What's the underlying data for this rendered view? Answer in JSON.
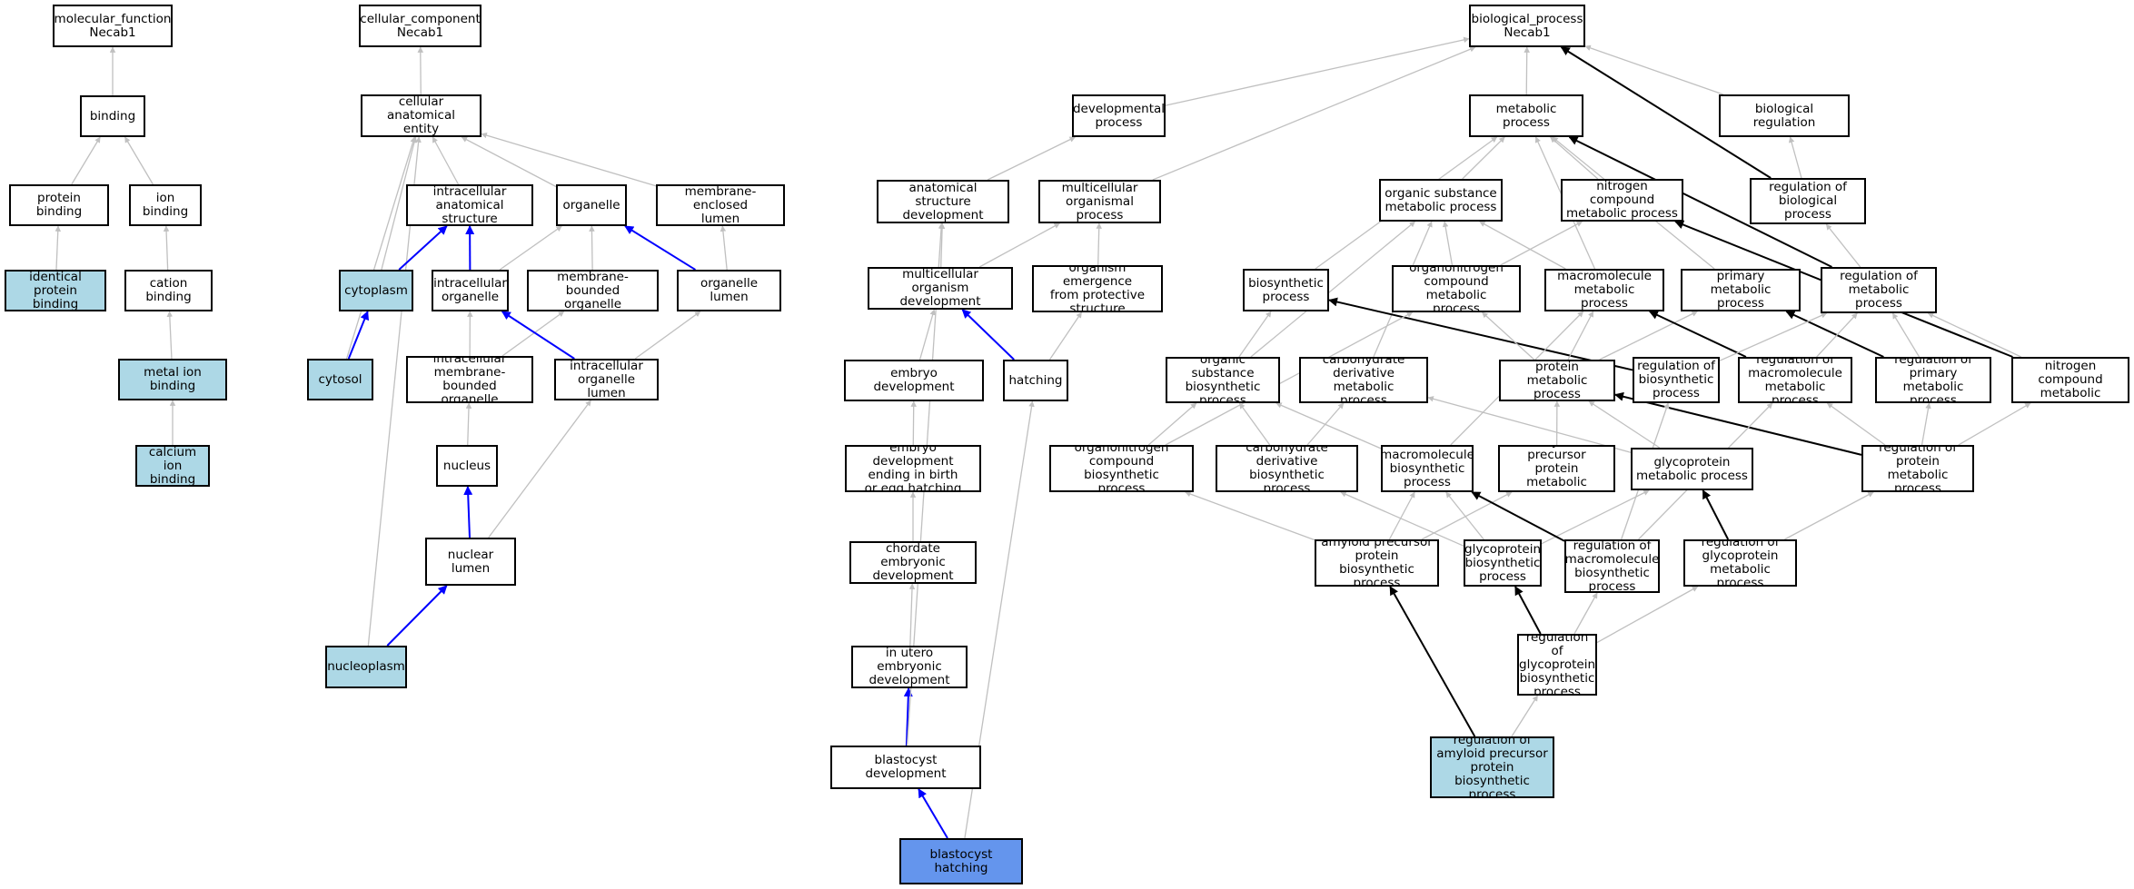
{
  "colors": {
    "plain": "#ffffff",
    "highlight": "#ADD8E6",
    "focus": "#6495ED",
    "edge_grey": "#C0C0C0",
    "edge_blue": "#0000FF",
    "edge_black": "#000000"
  },
  "nodes": [
    {
      "id": "mf",
      "label": "molecular_function\nNecab1",
      "style": "plain"
    },
    {
      "id": "binding",
      "label": "binding",
      "style": "plain"
    },
    {
      "id": "protbind",
      "label": "protein binding",
      "style": "plain"
    },
    {
      "id": "ionbind",
      "label": "ion binding",
      "style": "plain"
    },
    {
      "id": "identprot",
      "label": "identical protein\nbinding",
      "style": "highlight"
    },
    {
      "id": "cationbind",
      "label": "cation binding",
      "style": "plain"
    },
    {
      "id": "metalion",
      "label": "metal ion binding",
      "style": "highlight"
    },
    {
      "id": "calcium",
      "label": "calcium ion\nbinding",
      "style": "highlight"
    },
    {
      "id": "cc",
      "label": "cellular_component\nNecab1",
      "style": "plain"
    },
    {
      "id": "cae",
      "label": "cellular anatomical\nentity",
      "style": "plain"
    },
    {
      "id": "ias",
      "label": "intracellular\nanatomical structure",
      "style": "plain"
    },
    {
      "id": "organelle",
      "label": "organelle",
      "style": "plain"
    },
    {
      "id": "memencl",
      "label": "membrane-enclosed\nlumen",
      "style": "plain"
    },
    {
      "id": "cytoplasm",
      "label": "cytoplasm",
      "style": "highlight"
    },
    {
      "id": "intraorg",
      "label": "intracellular\norganelle",
      "style": "plain"
    },
    {
      "id": "membbound",
      "label": "membrane-bounded\norganelle",
      "style": "plain"
    },
    {
      "id": "orglumen",
      "label": "organelle lumen",
      "style": "plain"
    },
    {
      "id": "cytosol",
      "label": "cytosol",
      "style": "highlight"
    },
    {
      "id": "imbo",
      "label": "intracellular\nmembrane-bounded\norganelle",
      "style": "plain"
    },
    {
      "id": "iol",
      "label": "intracellular\norganelle lumen",
      "style": "plain"
    },
    {
      "id": "nucleus",
      "label": "nucleus",
      "style": "plain"
    },
    {
      "id": "nuclumen",
      "label": "nuclear lumen",
      "style": "plain"
    },
    {
      "id": "nucleoplasm",
      "label": "nucleoplasm",
      "style": "highlight"
    },
    {
      "id": "bp",
      "label": "biological_process\nNecab1",
      "style": "plain"
    },
    {
      "id": "devproc",
      "label": "developmental\nprocess",
      "style": "plain"
    },
    {
      "id": "metproc",
      "label": "metabolic process",
      "style": "plain"
    },
    {
      "id": "bioreg",
      "label": "biological regulation",
      "style": "plain"
    },
    {
      "id": "asd",
      "label": "anatomical structure\ndevelopment",
      "style": "plain"
    },
    {
      "id": "mop",
      "label": "multicellular\norganismal process",
      "style": "plain"
    },
    {
      "id": "osmp",
      "label": "organic substance\nmetabolic process",
      "style": "plain"
    },
    {
      "id": "ncmp",
      "label": "nitrogen compound\nmetabolic process",
      "style": "plain"
    },
    {
      "id": "regbp",
      "label": "regulation of\nbiological process",
      "style": "plain"
    },
    {
      "id": "mod",
      "label": "multicellular\norganism development",
      "style": "plain"
    },
    {
      "id": "oefps",
      "label": "organism emergence\nfrom protective\nstructure",
      "style": "plain"
    },
    {
      "id": "biosyn",
      "label": "biosynthetic\nprocess",
      "style": "plain"
    },
    {
      "id": "ocmp",
      "label": "organonitrogen\ncompound metabolic\nprocess",
      "style": "plain"
    },
    {
      "id": "macromp",
      "label": "macromolecule\nmetabolic process",
      "style": "plain"
    },
    {
      "id": "primmp",
      "label": "primary metabolic\nprocess",
      "style": "plain"
    },
    {
      "id": "regmp",
      "label": "regulation of\nmetabolic process",
      "style": "plain"
    },
    {
      "id": "embdev",
      "label": "embryo development",
      "style": "plain"
    },
    {
      "id": "hatching",
      "label": "hatching",
      "style": "plain"
    },
    {
      "id": "osbp",
      "label": "organic substance\nbiosynthetic\nprocess",
      "style": "plain"
    },
    {
      "id": "cdmp",
      "label": "carbohydrate\nderivative metabolic\nprocess",
      "style": "plain"
    },
    {
      "id": "protmp",
      "label": "protein metabolic\nprocess",
      "style": "plain"
    },
    {
      "id": "regbiosyn",
      "label": "regulation of\nbiosynthetic\nprocess",
      "style": "plain"
    },
    {
      "id": "regmacromp",
      "label": "regulation of\nmacromolecule\nmetabolic process",
      "style": "plain"
    },
    {
      "id": "regprimmp",
      "label": "regulation of\nprimary metabolic\nprocess",
      "style": "plain"
    },
    {
      "id": "regncmp",
      "label": "regulation of\nnitrogen compound\nmetabolic process",
      "style": "plain"
    },
    {
      "id": "edebeh",
      "label": "embryo development\nending in birth\nor egg hatching",
      "style": "plain"
    },
    {
      "id": "ocbp",
      "label": "organonitrogen\ncompound biosynthetic\nprocess",
      "style": "plain"
    },
    {
      "id": "cdbp",
      "label": "carbohydrate\nderivative biosynthetic\nprocess",
      "style": "plain"
    },
    {
      "id": "macrobp",
      "label": "macromolecule\nbiosynthetic\nprocess",
      "style": "plain"
    },
    {
      "id": "appmp",
      "label": "amyloid precursor\nprotein metabolic\nprocess",
      "style": "plain"
    },
    {
      "id": "glycomp",
      "label": "glycoprotein\nmetabolic process",
      "style": "plain"
    },
    {
      "id": "regprotmp",
      "label": "regulation of\nprotein metabolic\nprocess",
      "style": "plain"
    },
    {
      "id": "chordemb",
      "label": "chordate embryonic\ndevelopment",
      "style": "plain"
    },
    {
      "id": "appbp",
      "label": "amyloid precursor\nprotein biosynthetic\nprocess",
      "style": "plain"
    },
    {
      "id": "glycobp",
      "label": "glycoprotein\nbiosynthetic\nprocess",
      "style": "plain"
    },
    {
      "id": "regmacrobp",
      "label": "regulation of\nmacromolecule\nbiosynthetic\nprocess",
      "style": "plain"
    },
    {
      "id": "regglycomp",
      "label": "regulation of\nglycoprotein\nmetabolic process",
      "style": "plain"
    },
    {
      "id": "inutero",
      "label": "in utero embryonic\ndevelopment",
      "style": "plain"
    },
    {
      "id": "regglycobp",
      "label": "regulation of\nglycoprotein\nbiosynthetic\nprocess",
      "style": "plain"
    },
    {
      "id": "blastdev",
      "label": "blastocyst development",
      "style": "plain"
    },
    {
      "id": "regappbp",
      "label": "regulation of\namyloid precursor\nprotein biosynthetic\nprocess",
      "style": "highlight"
    },
    {
      "id": "blasthatch",
      "label": "blastocyst hatching",
      "style": "focus"
    }
  ],
  "edges": [
    {
      "from": "binding",
      "to": "mf",
      "kind": "grey"
    },
    {
      "from": "protbind",
      "to": "binding",
      "kind": "grey"
    },
    {
      "from": "ionbind",
      "to": "binding",
      "kind": "grey"
    },
    {
      "from": "identprot",
      "to": "protbind",
      "kind": "grey"
    },
    {
      "from": "cationbind",
      "to": "ionbind",
      "kind": "grey"
    },
    {
      "from": "metalion",
      "to": "cationbind",
      "kind": "grey"
    },
    {
      "from": "calcium",
      "to": "metalion",
      "kind": "grey"
    },
    {
      "from": "cae",
      "to": "cc",
      "kind": "grey"
    },
    {
      "from": "ias",
      "to": "cae",
      "kind": "grey"
    },
    {
      "from": "organelle",
      "to": "cae",
      "kind": "grey"
    },
    {
      "from": "memencl",
      "to": "cae",
      "kind": "grey"
    },
    {
      "from": "cytoplasm",
      "to": "cae",
      "kind": "grey"
    },
    {
      "from": "cytosol",
      "to": "cae",
      "kind": "grey"
    },
    {
      "from": "nucleoplasm",
      "to": "cae",
      "kind": "grey"
    },
    {
      "from": "cytoplasm",
      "to": "ias",
      "kind": "blue"
    },
    {
      "from": "intraorg",
      "to": "ias",
      "kind": "blue"
    },
    {
      "from": "intraorg",
      "to": "organelle",
      "kind": "grey"
    },
    {
      "from": "membbound",
      "to": "organelle",
      "kind": "grey"
    },
    {
      "from": "orglumen",
      "to": "organelle",
      "kind": "blue"
    },
    {
      "from": "orglumen",
      "to": "memencl",
      "kind": "grey"
    },
    {
      "from": "cytosol",
      "to": "cytoplasm",
      "kind": "blue"
    },
    {
      "from": "imbo",
      "to": "intraorg",
      "kind": "grey"
    },
    {
      "from": "imbo",
      "to": "membbound",
      "kind": "grey"
    },
    {
      "from": "iol",
      "to": "intraorg",
      "kind": "blue"
    },
    {
      "from": "iol",
      "to": "orglumen",
      "kind": "grey"
    },
    {
      "from": "nucleus",
      "to": "imbo",
      "kind": "grey"
    },
    {
      "from": "nuclumen",
      "to": "nucleus",
      "kind": "blue"
    },
    {
      "from": "nuclumen",
      "to": "iol",
      "kind": "grey"
    },
    {
      "from": "nucleoplasm",
      "to": "nuclumen",
      "kind": "blue"
    },
    {
      "from": "devproc",
      "to": "bp",
      "kind": "grey"
    },
    {
      "from": "metproc",
      "to": "bp",
      "kind": "grey"
    },
    {
      "from": "bioreg",
      "to": "bp",
      "kind": "grey"
    },
    {
      "from": "mop",
      "to": "bp",
      "kind": "grey"
    },
    {
      "from": "regbp",
      "to": "bp",
      "kind": "black"
    },
    {
      "from": "asd",
      "to": "devproc",
      "kind": "grey"
    },
    {
      "from": "mod",
      "to": "asd",
      "kind": "grey"
    },
    {
      "from": "mod",
      "to": "mop",
      "kind": "grey"
    },
    {
      "from": "oefps",
      "to": "mop",
      "kind": "grey"
    },
    {
      "from": "osmp",
      "to": "metproc",
      "kind": "grey"
    },
    {
      "from": "ncmp",
      "to": "metproc",
      "kind": "grey"
    },
    {
      "from": "biosyn",
      "to": "metproc",
      "kind": "grey"
    },
    {
      "from": "primmp",
      "to": "metproc",
      "kind": "grey"
    },
    {
      "from": "macromp",
      "to": "metproc",
      "kind": "grey"
    },
    {
      "from": "regmp",
      "to": "metproc",
      "kind": "black"
    },
    {
      "from": "regbp",
      "to": "bioreg",
      "kind": "grey"
    },
    {
      "from": "regmp",
      "to": "regbp",
      "kind": "grey"
    },
    {
      "from": "embdev",
      "to": "mod",
      "kind": "grey"
    },
    {
      "from": "hatching",
      "to": "mod",
      "kind": "blue"
    },
    {
      "from": "hatching",
      "to": "oefps",
      "kind": "grey"
    },
    {
      "from": "ocmp",
      "to": "osmp",
      "kind": "grey"
    },
    {
      "from": "ocmp",
      "to": "ncmp",
      "kind": "grey"
    },
    {
      "from": "macromp",
      "to": "osmp",
      "kind": "grey"
    },
    {
      "from": "osbp",
      "to": "osmp",
      "kind": "grey"
    },
    {
      "from": "cdmp",
      "to": "osmp",
      "kind": "grey"
    },
    {
      "from": "osbp",
      "to": "biosyn",
      "kind": "grey"
    },
    {
      "from": "regbiosyn",
      "to": "biosyn",
      "kind": "black"
    },
    {
      "from": "regncmp",
      "to": "ncmp",
      "kind": "black"
    },
    {
      "from": "protmp",
      "to": "macromp",
      "kind": "grey"
    },
    {
      "from": "protmp",
      "to": "ocmp",
      "kind": "grey"
    },
    {
      "from": "protmp",
      "to": "primmp",
      "kind": "grey"
    },
    {
      "from": "regmacromp",
      "to": "macromp",
      "kind": "black"
    },
    {
      "from": "regprimmp",
      "to": "primmp",
      "kind": "black"
    },
    {
      "from": "regbiosyn",
      "to": "regmp",
      "kind": "grey"
    },
    {
      "from": "regmacromp",
      "to": "regmp",
      "kind": "grey"
    },
    {
      "from": "regprimmp",
      "to": "regmp",
      "kind": "grey"
    },
    {
      "from": "regncmp",
      "to": "regmp",
      "kind": "grey"
    },
    {
      "from": "edebeh",
      "to": "embdev",
      "kind": "grey"
    },
    {
      "from": "ocbp",
      "to": "osbp",
      "kind": "grey"
    },
    {
      "from": "cdbp",
      "to": "osbp",
      "kind": "grey"
    },
    {
      "from": "macrobp",
      "to": "osbp",
      "kind": "grey"
    },
    {
      "from": "ocbp",
      "to": "ocmp",
      "kind": "grey"
    },
    {
      "from": "cdbp",
      "to": "cdmp",
      "kind": "grey"
    },
    {
      "from": "glycomp",
      "to": "cdmp",
      "kind": "grey"
    },
    {
      "from": "macrobp",
      "to": "macromp",
      "kind": "grey"
    },
    {
      "from": "appmp",
      "to": "protmp",
      "kind": "grey"
    },
    {
      "from": "glycomp",
      "to": "protmp",
      "kind": "grey"
    },
    {
      "from": "regprotmp",
      "to": "protmp",
      "kind": "black"
    },
    {
      "from": "regprotmp",
      "to": "regmacromp",
      "kind": "grey"
    },
    {
      "from": "regprotmp",
      "to": "regprimmp",
      "kind": "grey"
    },
    {
      "from": "regprotmp",
      "to": "regncmp",
      "kind": "grey"
    },
    {
      "from": "chordemb",
      "to": "edebeh",
      "kind": "grey"
    },
    {
      "from": "appbp",
      "to": "macrobp",
      "kind": "grey"
    },
    {
      "from": "appbp",
      "to": "appmp",
      "kind": "grey"
    },
    {
      "from": "appbp",
      "to": "ocbp",
      "kind": "grey"
    },
    {
      "from": "glycobp",
      "to": "macrobp",
      "kind": "grey"
    },
    {
      "from": "glycobp",
      "to": "glycomp",
      "kind": "grey"
    },
    {
      "from": "glycobp",
      "to": "cdbp",
      "kind": "grey"
    },
    {
      "from": "regmacrobp",
      "to": "macrobp",
      "kind": "black"
    },
    {
      "from": "regmacrobp",
      "to": "regbiosyn",
      "kind": "grey"
    },
    {
      "from": "regmacrobp",
      "to": "regmacromp",
      "kind": "grey"
    },
    {
      "from": "regglycomp",
      "to": "glycomp",
      "kind": "black"
    },
    {
      "from": "regglycomp",
      "to": "regprotmp",
      "kind": "grey"
    },
    {
      "from": "inutero",
      "to": "chordemb",
      "kind": "grey"
    },
    {
      "from": "regglycobp",
      "to": "glycobp",
      "kind": "black"
    },
    {
      "from": "regglycobp",
      "to": "regmacrobp",
      "kind": "grey"
    },
    {
      "from": "regglycobp",
      "to": "regglycomp",
      "kind": "grey"
    },
    {
      "from": "blastdev",
      "to": "inutero",
      "kind": "blue"
    },
    {
      "from": "blastdev",
      "to": "asd",
      "kind": "grey"
    },
    {
      "from": "regappbp",
      "to": "appbp",
      "kind": "black"
    },
    {
      "from": "regappbp",
      "to": "regglycobp",
      "kind": "grey"
    },
    {
      "from": "blasthatch",
      "to": "blastdev",
      "kind": "blue"
    },
    {
      "from": "blasthatch",
      "to": "hatching",
      "kind": "grey"
    }
  ]
}
